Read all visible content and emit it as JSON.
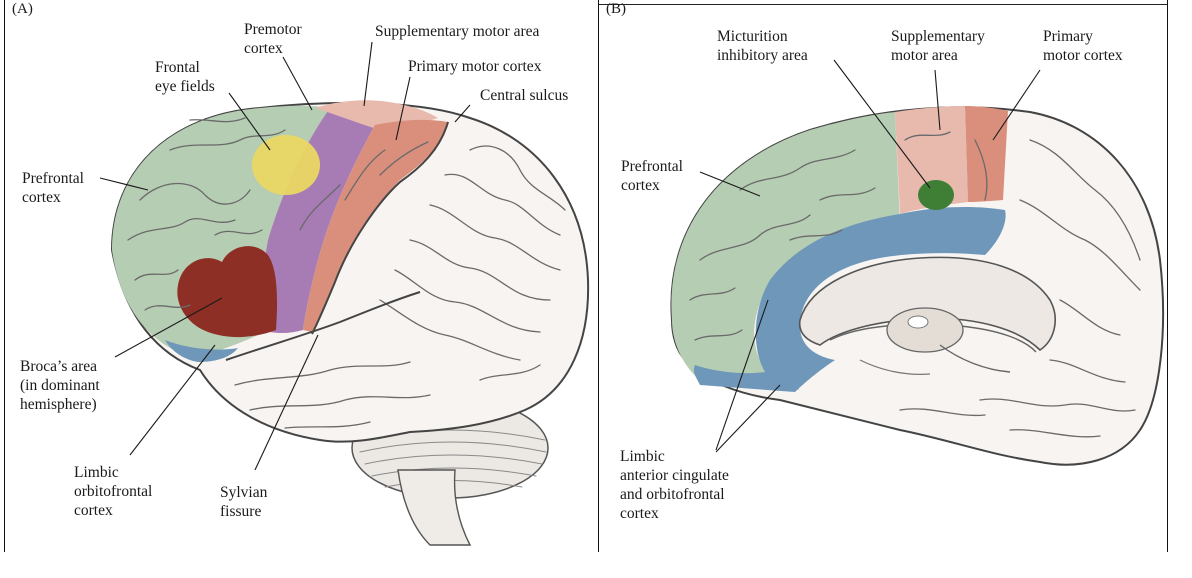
{
  "panel_a": {
    "letter": "(A)",
    "labels": {
      "premotor_cortex": "Premotor\ncortex",
      "supplementary_motor_area": "Supplementary motor area",
      "primary_motor_cortex": "Primary motor cortex",
      "central_sulcus": "Central sulcus",
      "frontal_eye_fields": "Frontal\neye fields",
      "prefrontal_cortex": "Prefrontal\ncortex",
      "brocas_area": "Broca’s area\n(in dominant\nhemisphere)",
      "limbic_orbitofrontal": "Limbic\norbitofrontal\ncortex",
      "sylvian_fissure": "Sylvian\nfissure"
    }
  },
  "panel_b": {
    "letter": "(B)",
    "labels": {
      "micturition_inhibitory_area": "Micturition\ninhibitory area",
      "supplementary_motor_area": "Supplementary\nmotor area",
      "primary_motor_cortex": "Primary\nmotor cortex",
      "prefrontal_cortex": "Prefrontal\ncortex",
      "limbic_cingulate": "Limbic\nanterior cingulate\nand orbitofrontal\ncortex"
    }
  },
  "colors": {
    "prefrontal": "#b5cdb2",
    "frontal_eye_fields": "#ead764",
    "premotor": "#a77bb3",
    "primary_motor": "#d98f7c",
    "supplementary_motor": "#e8b9ad",
    "brocas_area": "#8e2f26",
    "limbic": "#6f97b9",
    "micturition": "#3f7f35",
    "brain_white": "#f7f4f1",
    "outline": "#555555"
  }
}
